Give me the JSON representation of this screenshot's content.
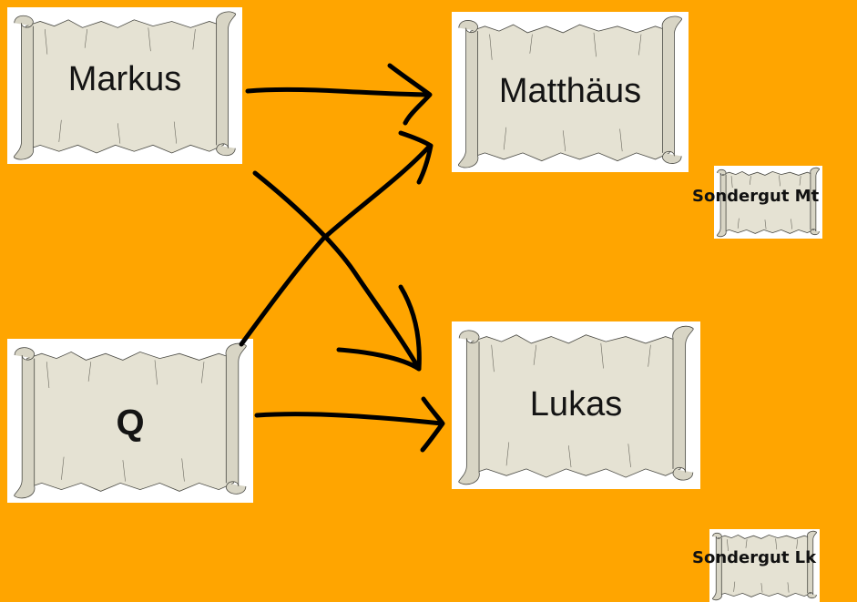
{
  "diagram": {
    "nodes": {
      "markus": "Markus",
      "matthaeus": "Matthäus",
      "q": "Q",
      "lukas": "Lukas",
      "sondergut_mt": "Sondergut Mt",
      "sondergut_lk": "Sondergut Lk"
    },
    "edges": [
      {
        "from": "Markus",
        "to": "Matthäus"
      },
      {
        "from": "Markus",
        "to": "Lukas"
      },
      {
        "from": "Q",
        "to": "Matthäus"
      },
      {
        "from": "Q",
        "to": "Lukas"
      }
    ],
    "colors": {
      "background": "#FFA500",
      "parchment": "#E5E2D3",
      "parchment_outline": "#4a4a44",
      "arrow": "#000000"
    }
  }
}
